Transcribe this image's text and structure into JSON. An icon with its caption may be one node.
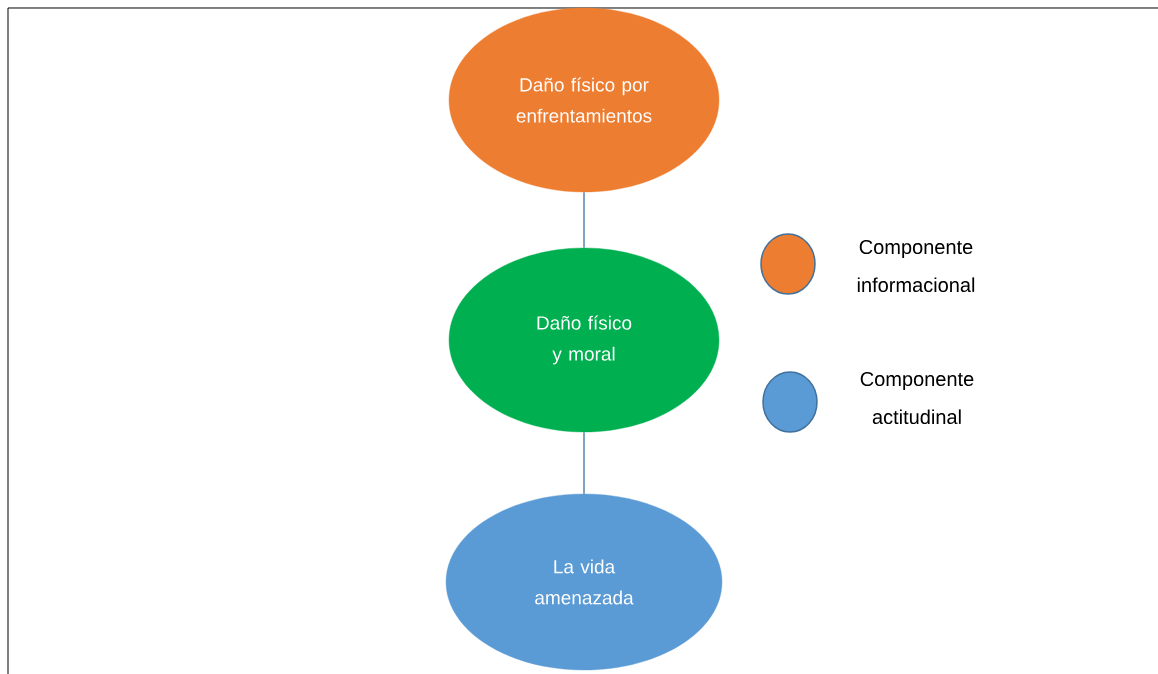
{
  "diagram": {
    "nodes": [
      {
        "text": [
          "Daño físico por enfrentamientos"
        ]
      },
      {
        "text": [
          "Daño físico y moral"
        ]
      },
      {
        "text": [
          "La vida amenazada"
        ]
      }
    ],
    "edges": [
      {
        "from": 0,
        "to": 1,
        "arrow": "none"
      },
      {
        "from": 1,
        "to": 2,
        "arrow": "none"
      }
    ],
    "legend": [
      {
        "text": "Componente informacional",
        "color": "#ed7d31"
      },
      {
        "text": "Componente actitudinal",
        "color": "#5b9bd5"
      }
    ]
  }
}
